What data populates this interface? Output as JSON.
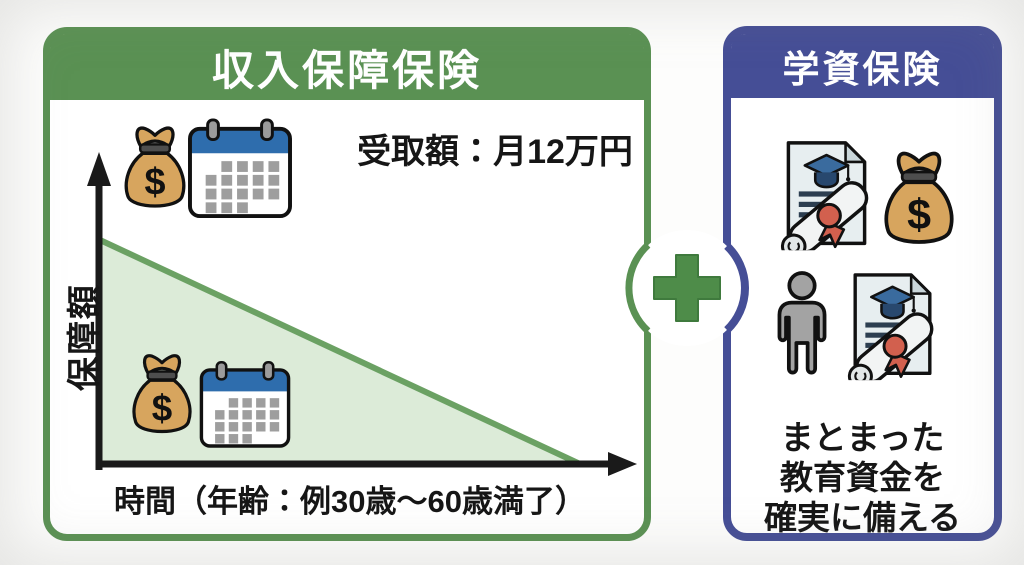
{
  "left_panel": {
    "title": "収入保障保険",
    "payout_label": "受取額：月12万円",
    "y_axis_label": "保障額",
    "x_axis_label": "時間（年齢：例30歳～60歳満了）",
    "theme_color": "#5a9153",
    "line_color": "#6ba163",
    "area_fill_color": "#dcebd8"
  },
  "right_panel": {
    "title": "学資保険",
    "caption": [
      "まとまった",
      "教育資金を",
      "確実に備える"
    ],
    "theme_color": "#454e96"
  },
  "connector": {
    "icon": "plus-icon",
    "color": "#4e8c49"
  },
  "icons": {
    "money_bag_symbol": "$",
    "names": [
      "money-bag-icon",
      "calendar-icon",
      "diploma-icon",
      "person-icon",
      "plus-icon"
    ],
    "money_bag_color": "#d7a55e",
    "calendar_header_color": "#2e6dad",
    "ribbon_color": "#d2604e",
    "person_color": "#a3a3a3"
  },
  "chart_data": {
    "type": "area",
    "title": "",
    "xlabel": "時間（年齢：例30歳～60歳満了）",
    "ylabel": "保障額",
    "x": [
      30,
      60
    ],
    "x_unit": "歳",
    "y_relative": [
      1,
      0
    ],
    "trend": "linear-decreasing",
    "annotation": "受取額：月12万円",
    "grid": false,
    "legend": false
  }
}
